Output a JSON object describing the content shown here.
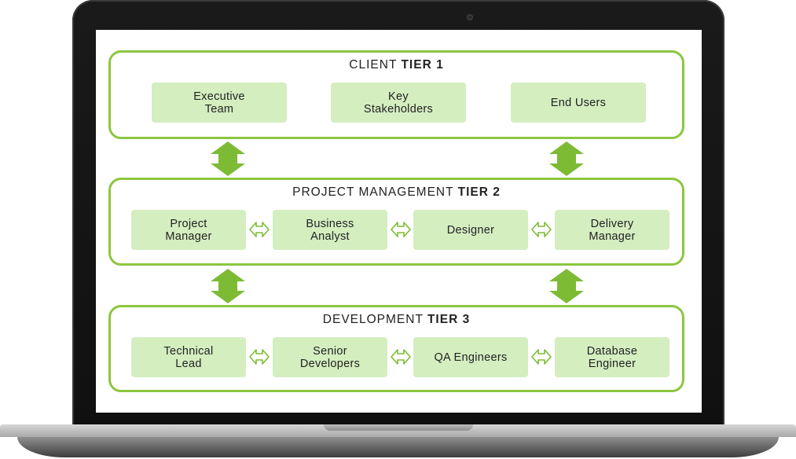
{
  "tiers": [
    {
      "name": "CLIENT",
      "tier": "TIER 1",
      "roles": [
        {
          "label": "Executive\nTeam"
        },
        {
          "label": "Key\nStakeholders"
        },
        {
          "label": "End Users"
        }
      ]
    },
    {
      "name": "PROJECT MANAGEMENT",
      "tier": "TIER 2",
      "roles": [
        {
          "label": "Project\nManager"
        },
        {
          "label": "Business\nAnalyst"
        },
        {
          "label": "Designer"
        },
        {
          "label": "Delivery\nManager"
        }
      ]
    },
    {
      "name": "DEVELOPMENT",
      "tier": "TIER 3",
      "roles": [
        {
          "label": "Technical\nLead"
        },
        {
          "label": "Senior\nDevelopers"
        },
        {
          "label": "QA Engineers"
        },
        {
          "label": "Database\nEngineer"
        }
      ]
    }
  ],
  "colors": {
    "accent": "#8cc63f",
    "box_fill": "#d4eec0",
    "arrow": "#7dbb35"
  },
  "icons": {
    "tier_connector": "double-vertical-arrow-icon",
    "role_connector": "double-horizontal-arrow-icon"
  }
}
